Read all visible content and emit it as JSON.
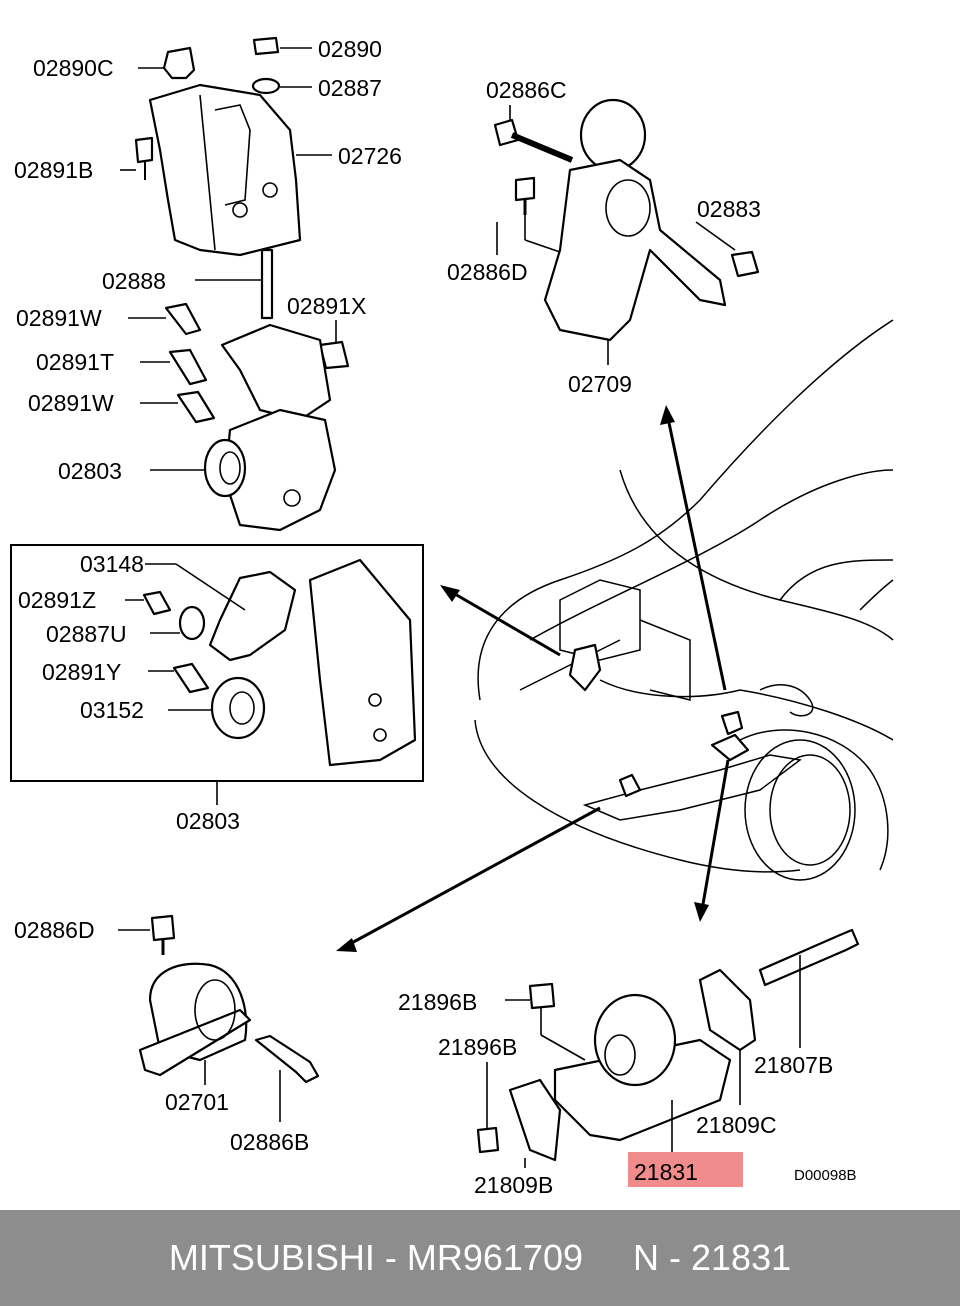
{
  "labels": {
    "l02890C": "02890C",
    "l02890": "02890",
    "l02887": "02887",
    "l02726": "02726",
    "l02891B": "02891B",
    "l02888": "02888",
    "l02891W_a": "02891W",
    "l02891X": "02891X",
    "l02891T": "02891T",
    "l02891W_b": "02891W",
    "l02803_a": "02803",
    "l02886C": "02886C",
    "l02883": "02883",
    "l02886D_a": "02886D",
    "l02709": "02709",
    "l03148": "03148",
    "l02891Z": "02891Z",
    "l02887U": "02887U",
    "l02891Y": "02891Y",
    "l03152": "03152",
    "l02803_b": "02803",
    "l02886D_b": "02886D",
    "l02701": "02701",
    "l02886B": "02886B",
    "l21896B_a": "21896B",
    "l21896B_b": "21896B",
    "l21807B": "21807B",
    "l21809C": "21809C",
    "l21809B": "21809B",
    "l21831": "21831",
    "code": "D00098B"
  },
  "highlight_color": "#f08c8c",
  "footer": {
    "text": "MITSUBISHI - MR961709     N - 21831"
  }
}
